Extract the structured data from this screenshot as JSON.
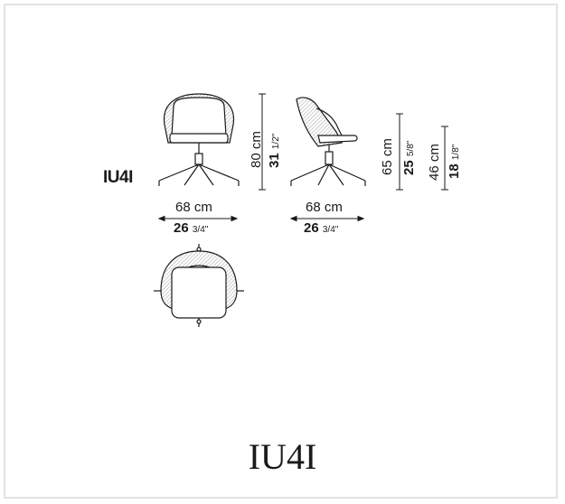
{
  "model": {
    "label": "IU4I",
    "caption": "IU4I"
  },
  "front_view": {
    "width_cm": "68 cm",
    "width_in": "26",
    "width_in_frac": "3/4\"",
    "height_cm": "80 cm",
    "height_in": "31",
    "height_in_frac": "1/2\""
  },
  "side_view": {
    "depth_cm": "68 cm",
    "depth_in": "26",
    "depth_in_frac": "3/4\"",
    "arm_height_cm": "65 cm",
    "arm_height_in": "25",
    "arm_height_in_frac": "5/8\"",
    "seat_height_cm": "46 cm",
    "seat_height_in": "18",
    "seat_height_in_frac": "1/8\""
  },
  "colors": {
    "line": "#1a1a1a",
    "hatch": "#9a9a9a",
    "border": "#e3e3e3"
  }
}
